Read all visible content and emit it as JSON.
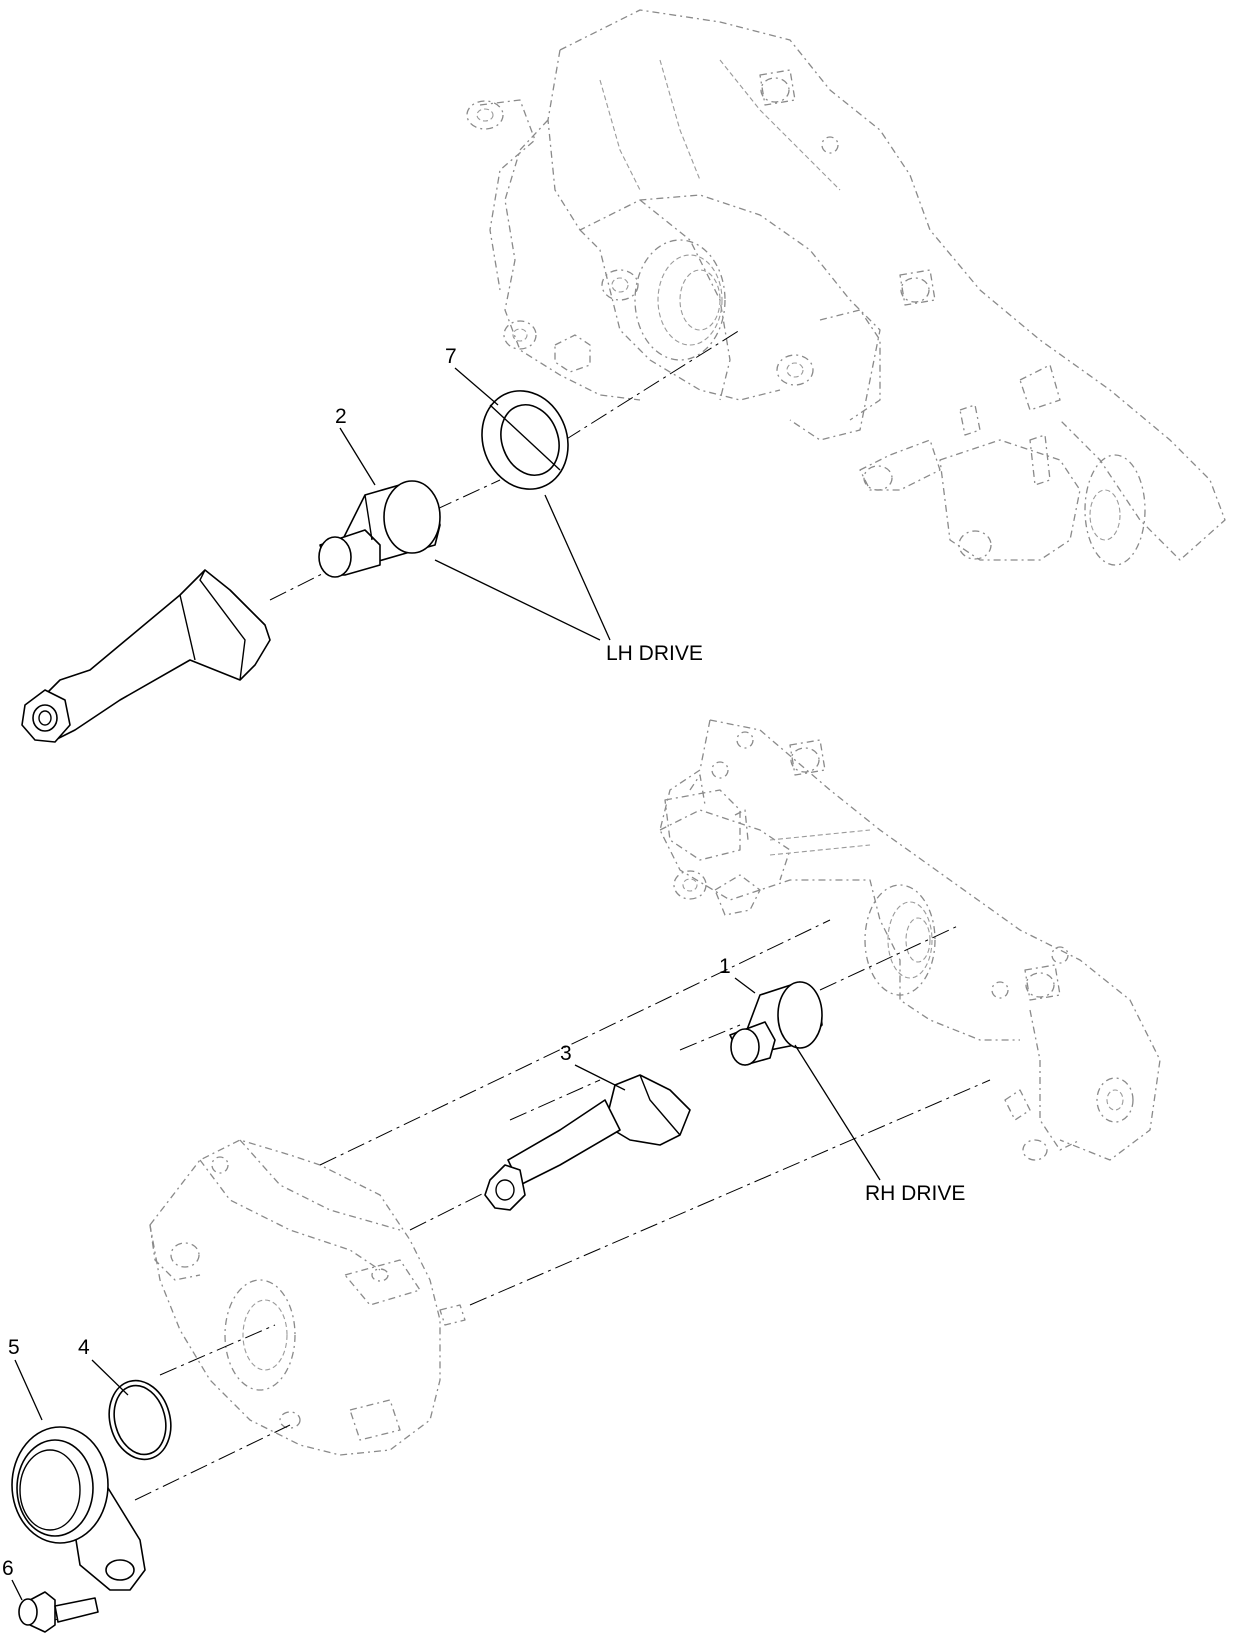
{
  "callouts": {
    "c1": "1",
    "c2": "2",
    "c3": "3",
    "c4": "4",
    "c5": "5",
    "c6": "6",
    "c7": "7"
  },
  "labels": {
    "lh_drive": "LH DRIVE",
    "rh_drive": "RH DRIVE"
  },
  "colors": {
    "ink": "#000000",
    "ghost": "#8a8a8a",
    "background": "#ffffff"
  }
}
